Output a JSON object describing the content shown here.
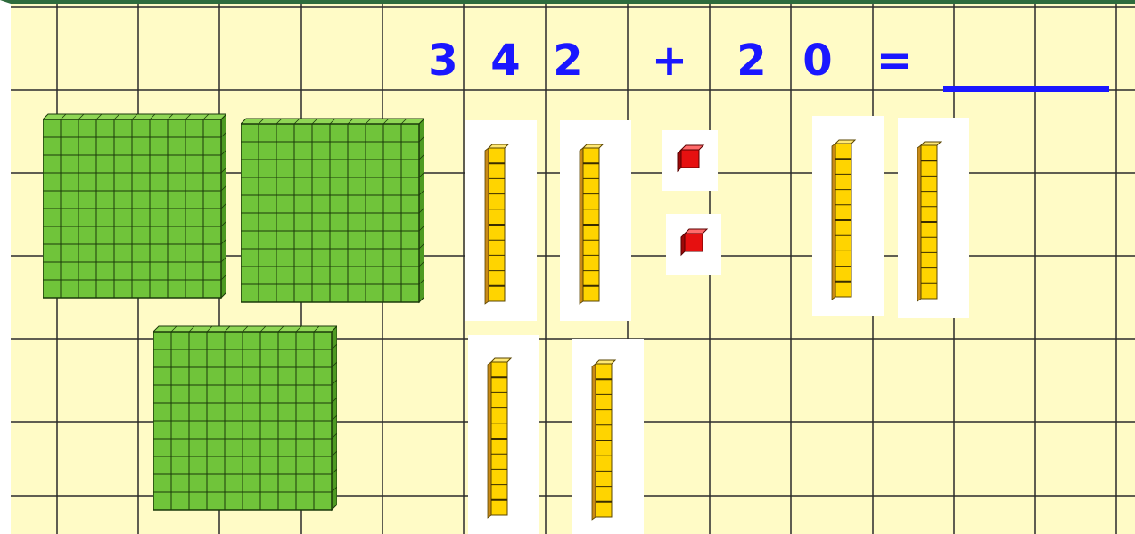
{
  "equation": {
    "tokens": [
      "3",
      "4",
      "2",
      "+",
      "2",
      "0",
      "="
    ],
    "answer": ""
  },
  "blocks": {
    "hundreds_count": 3,
    "tens_count": 6,
    "ones_count": 2,
    "colors": {
      "hundreds": "#70c43a",
      "tens": "#ffd400",
      "ones": "#e61010",
      "grid_line": "#2b2b2b",
      "background": "#fffbc6",
      "equation_text": "#1a17ff"
    }
  }
}
